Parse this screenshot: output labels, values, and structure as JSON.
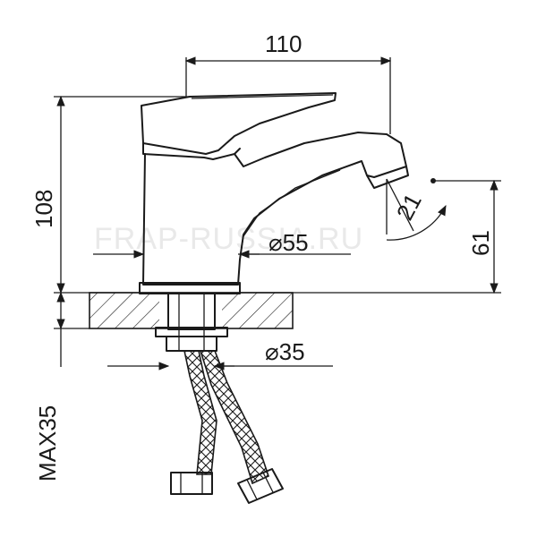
{
  "watermark": "FRAP-RUSSIA.RU",
  "dimensions": {
    "width_top": "110",
    "height_total": "108",
    "spout_height": "61",
    "angle": "21",
    "body_diameter": "⌀55",
    "shank_diameter": "⌀35",
    "max_thickness": "MAX35"
  },
  "colors": {
    "line": "#1a1a1a",
    "watermark": "#e9e9e9",
    "background": "#ffffff"
  }
}
